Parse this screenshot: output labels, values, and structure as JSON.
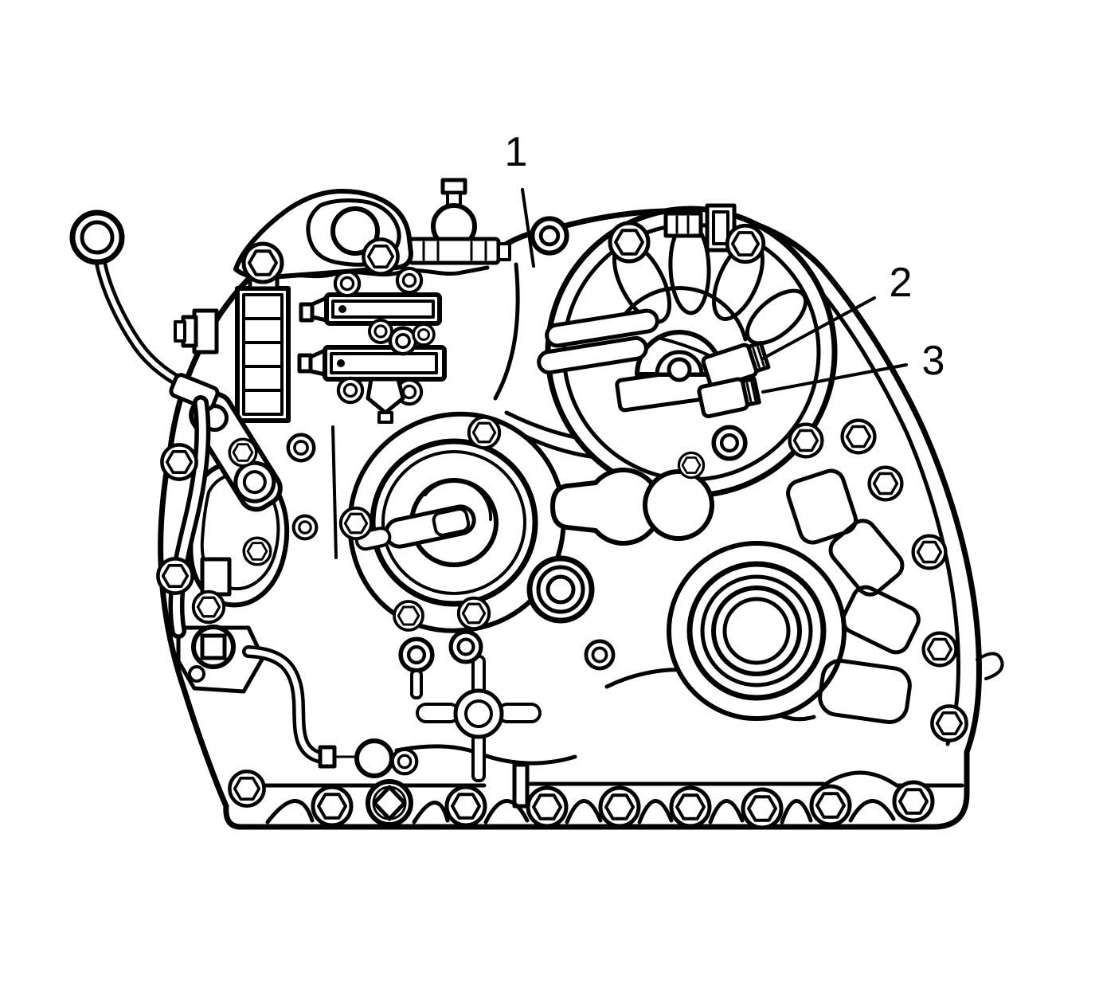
{
  "figure": {
    "kind": "technical line drawing",
    "subject": "automatic transaxle case side view with component callouts"
  },
  "colors": {
    "line": "#000000",
    "background": "#ffffff"
  },
  "callouts": [
    {
      "label": "1"
    },
    {
      "label": "2"
    },
    {
      "label": "3"
    }
  ]
}
